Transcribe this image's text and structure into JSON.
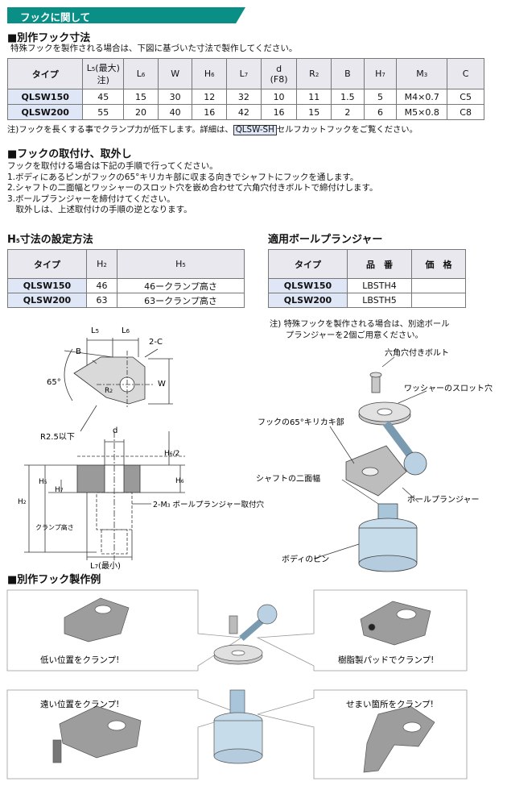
{
  "header": {
    "tag": "フックに関して"
  },
  "s1": {
    "title": "■別作フック寸法",
    "desc": "特殊フックを製作される場合は、下図に基づいた寸法で製作してください。",
    "headers": [
      "タイプ",
      "L5(最大)注)",
      "L6",
      "W",
      "H6",
      "L7",
      "d(F8)",
      "R2",
      "B",
      "H7",
      "M3",
      "C"
    ],
    "rows": [
      [
        "QLSW150",
        "45",
        "15",
        "30",
        "12",
        "32",
        "10",
        "11",
        "1.5",
        "5",
        "M4×0.7",
        "C5"
      ],
      [
        "QLSW200",
        "55",
        "20",
        "40",
        "16",
        "42",
        "16",
        "15",
        "2",
        "6",
        "M5×0.8",
        "C8"
      ]
    ],
    "note_a": "注)フックを長くする事でクランプ力が低下します。詳細は、",
    "note_key": "QLSW-SH",
    "note_b": "セルフカットフックをご覧ください。"
  },
  "s2": {
    "title": "■フックの取付け、取外し",
    "lines": [
      "フックを取付ける場合は下記の手順で行ってください。",
      "1.ボディにあるピンがフックの65°キリカキ部に収まる向きでシャフトにフックを通します。",
      "2.シャフトの二面幅とワッシャーのスロット穴を嵌め合わせて六角穴付きボルトで締付けします。",
      "3.ボールプランジャーを締付けてください。",
      "　取外しは、上述取付けの手順の逆となります。"
    ]
  },
  "s3": {
    "title": "H5寸法の設定方法",
    "headers": [
      "タイプ",
      "H2",
      "H5"
    ],
    "rows": [
      [
        "QLSW150",
        "46",
        "46ークランプ高さ"
      ],
      [
        "QLSW200",
        "63",
        "63ークランプ高さ"
      ]
    ]
  },
  "s4": {
    "title": "適用ボールプランジャー",
    "headers": [
      "タイプ",
      "品　番",
      "価　格"
    ],
    "rows": [
      [
        "QLSW150",
        "LBSTH4",
        ""
      ],
      [
        "QLSW200",
        "LBSTH5",
        ""
      ]
    ],
    "note1": "注) 特殊フックを製作される場合は、別途ボール",
    "note2": "プランジャーを2個ご用意ください。"
  },
  "drawing": {
    "l5": "L5",
    "l6": "L6",
    "b": "B",
    "c": "2-C",
    "ang": "65°",
    "r2": "R2",
    "w": "W",
    "r25": "R2.5以下",
    "d": "d",
    "h6half": "H6/2",
    "h5": "H5",
    "h6": "H6",
    "h2": "H2",
    "h7": "H7",
    "clamp": "クランプ高さ",
    "m3": "2-M3 ボールプランジャー取付穴",
    "l7": "L7(最小)"
  },
  "assembly": {
    "bolt": "六角穴付きボルト",
    "slot": "ワッシャーのスロット穴",
    "notch": "フックの65°キリカキ部",
    "flat": "シャフトの二面幅",
    "plunger": "ボールプランジャー",
    "pin": "ボディのピン"
  },
  "examples": {
    "title": "■別作フック製作例",
    "low": "低い位置をクランプ!",
    "resin": "樹脂製パッドでクランプ!",
    "far": "遠い位置をクランプ!",
    "narrow": "せまい箇所をクランプ!"
  }
}
